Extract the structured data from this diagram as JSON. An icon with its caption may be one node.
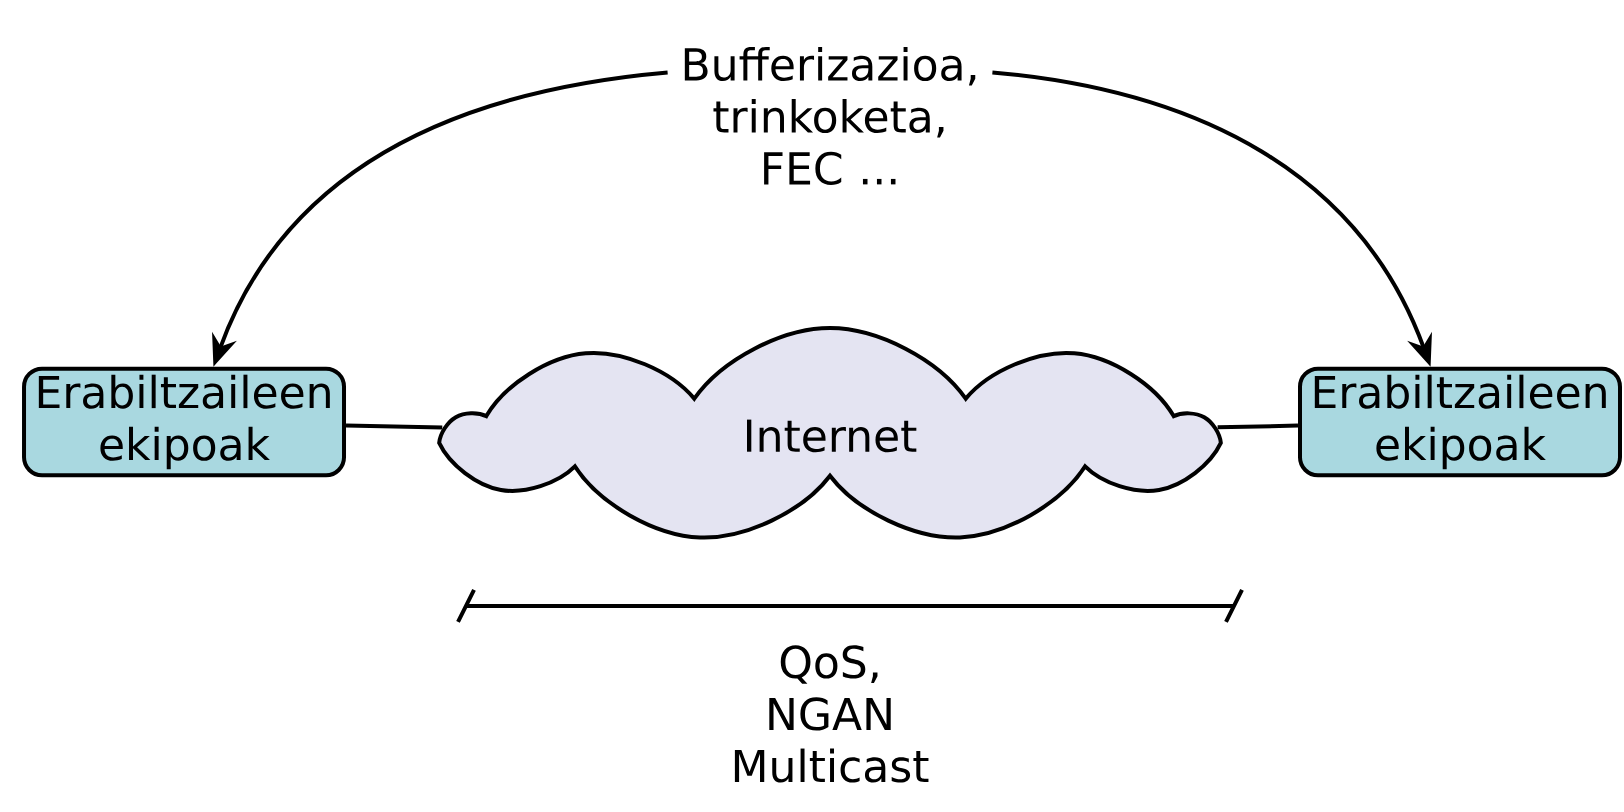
{
  "diagram": {
    "nodes": [
      {
        "text": [
          "Erabiltzaileen ekipoak"
        ]
      },
      {
        "text": [
          "Internet"
        ]
      },
      {
        "text": [
          "Erabiltzaileen ekipoak"
        ]
      },
      {
        "text": [
          "Bufferizazioa, trinkoketa, FEC ..."
        ]
      }
    ],
    "edges": [
      {
        "from": 3,
        "to": 0,
        "arrow": "to"
      },
      {
        "from": 3,
        "to": 2,
        "arrow": "to"
      },
      {
        "from": 0,
        "to": 1,
        "arrow": "none"
      },
      {
        "from": 1,
        "to": 2,
        "arrow": "none"
      }
    ],
    "labels": [
      "QoS, NGAN Multicast"
    ]
  }
}
